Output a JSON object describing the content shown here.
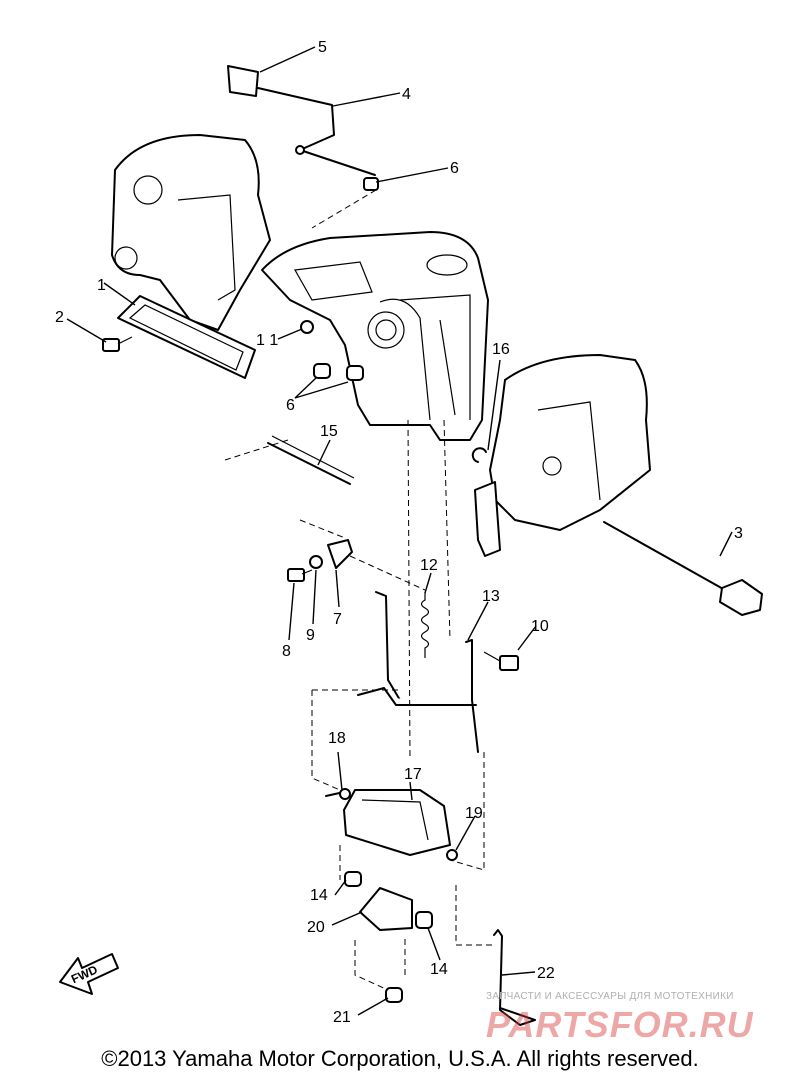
{
  "callouts": [
    {
      "id": "1",
      "label": "1"
    },
    {
      "id": "2",
      "label": "2"
    },
    {
      "id": "3",
      "label": "3"
    },
    {
      "id": "4",
      "label": "4"
    },
    {
      "id": "5",
      "label": "5"
    },
    {
      "id": "6a",
      "label": "6"
    },
    {
      "id": "6b",
      "label": "6"
    },
    {
      "id": "7",
      "label": "7"
    },
    {
      "id": "8",
      "label": "8"
    },
    {
      "id": "9",
      "label": "9"
    },
    {
      "id": "10",
      "label": "10"
    },
    {
      "id": "11",
      "label": "1 1"
    },
    {
      "id": "12",
      "label": "12"
    },
    {
      "id": "13",
      "label": "13"
    },
    {
      "id": "14a",
      "label": "14"
    },
    {
      "id": "14b",
      "label": "14"
    },
    {
      "id": "15",
      "label": "15"
    },
    {
      "id": "16",
      "label": "16"
    },
    {
      "id": "17",
      "label": "17"
    },
    {
      "id": "18",
      "label": "18"
    },
    {
      "id": "19",
      "label": "19"
    },
    {
      "id": "20",
      "label": "20"
    },
    {
      "id": "21",
      "label": "21"
    },
    {
      "id": "22",
      "label": "22"
    }
  ],
  "fwd_label": "FWD",
  "copyright": "©2013 Yamaha Motor Corporation, U.S.A. All rights reserved.",
  "watermark": {
    "tagline": "ЗАПЧАСТИ И АКСЕССУАРЫ ДЛЯ МОТОТЕХНИКИ",
    "logo": "PARTSFOR.RU"
  }
}
